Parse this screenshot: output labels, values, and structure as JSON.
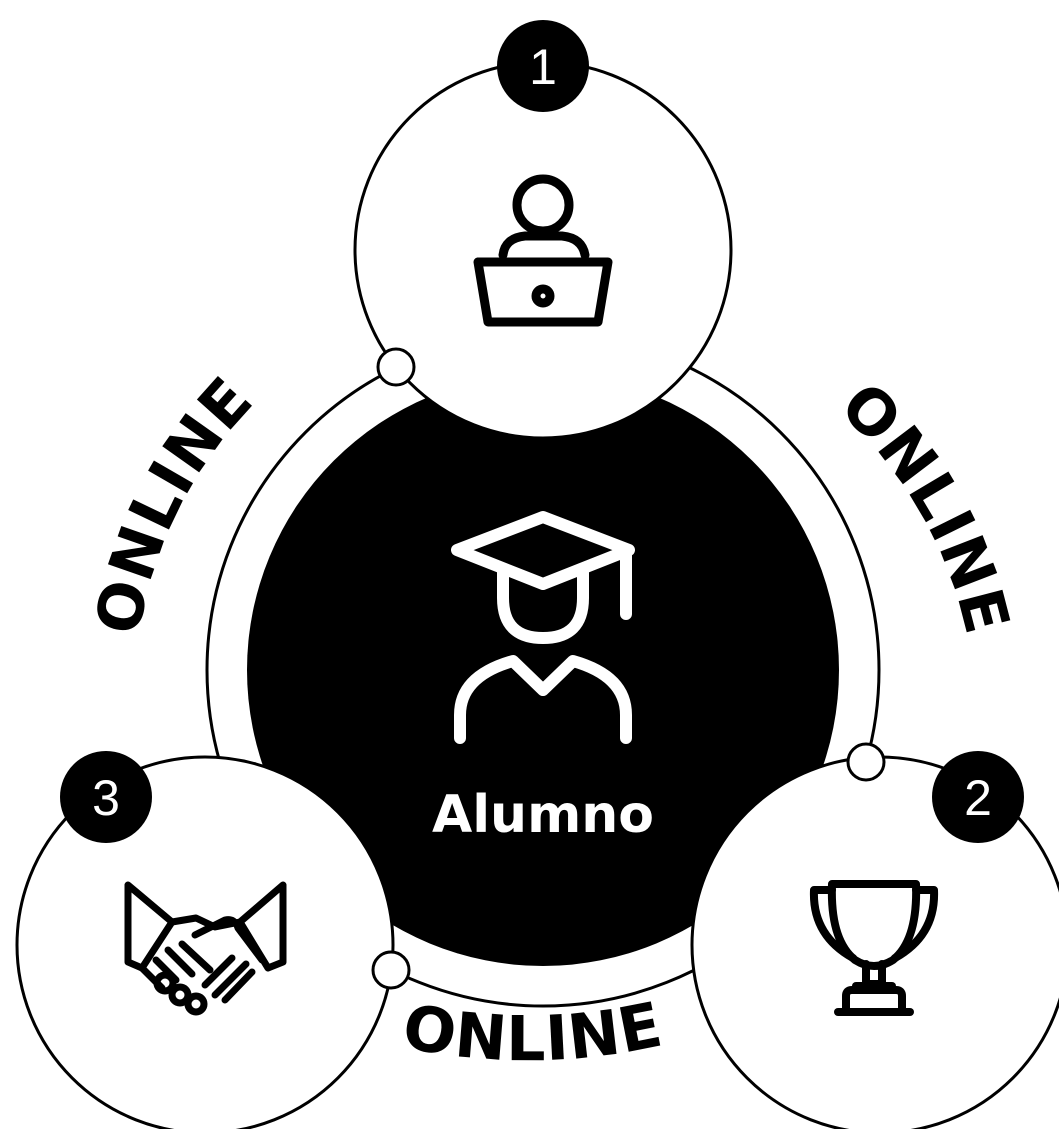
{
  "center": {
    "label": "Alumno",
    "icon": "graduate-student-icon"
  },
  "nodes": [
    {
      "number": "1",
      "icon": "student-laptop-icon"
    },
    {
      "number": "2",
      "icon": "trophy-icon"
    },
    {
      "number": "3",
      "icon": "handshake-icon"
    }
  ],
  "arc_labels": {
    "left": "ONLINE",
    "right": "ONLINE",
    "bottom": "ONLINE"
  },
  "colors": {
    "foreground": "#000000",
    "background": "#ffffff"
  }
}
